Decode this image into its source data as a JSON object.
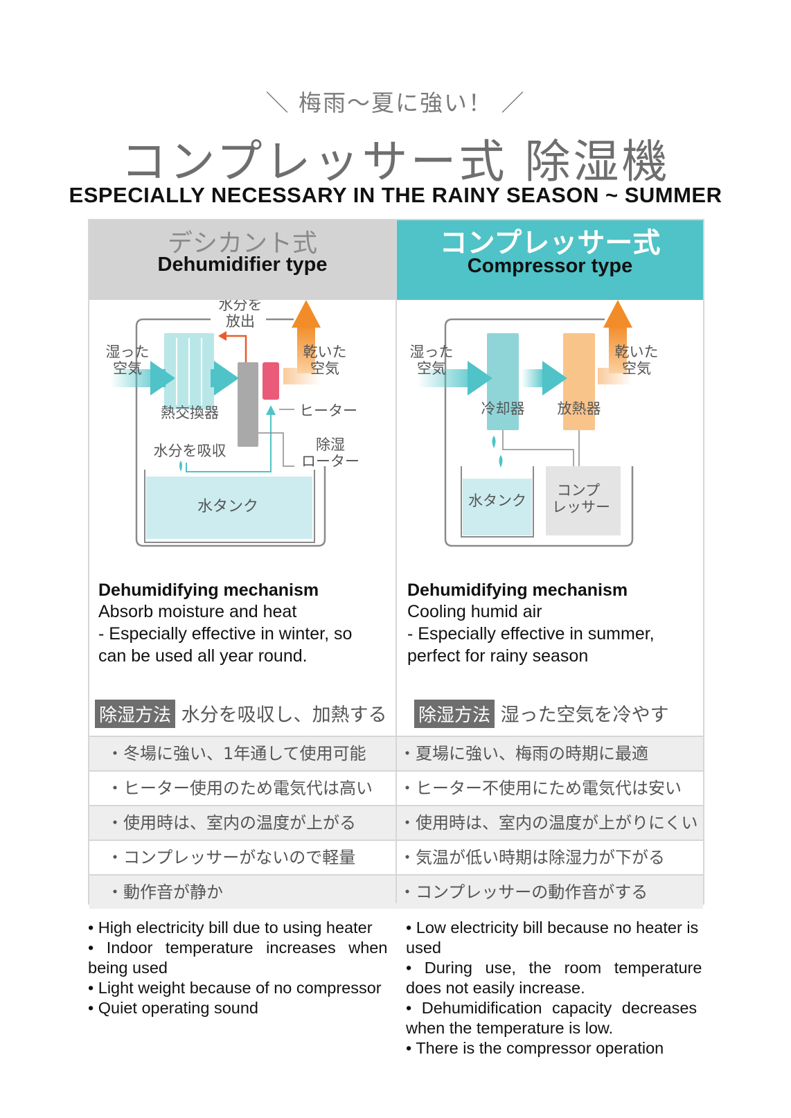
{
  "header": {
    "tagline": "＼ 梅雨〜夏に強い！ ／",
    "title_jp": "コンプレッサー式 除湿機",
    "title_en": "ESPECIALLY NECESSARY IN THE RAINY SEASON ~ SUMMER"
  },
  "colors": {
    "teal": "#4fc3c7",
    "gray_header": "#d3d3d3",
    "orange": "#f5a04a",
    "light_blue": "#cdecef"
  },
  "left": {
    "header_jp": "デシカント式",
    "header_en": "Dehumidifier type",
    "diagram": {
      "moist_air": [
        "湿った",
        "空気"
      ],
      "release_water": [
        "水分を",
        "放出"
      ],
      "dry_air": [
        "乾いた",
        "空気"
      ],
      "heat_exchanger": "熱交換器",
      "heater": "ヒーター",
      "absorb_water": "水分を吸収",
      "rotor": [
        "除湿",
        "ローター"
      ],
      "tank": "水タンク"
    },
    "mech_title": "Dehumidifying mechanism",
    "mech_lines": [
      "Absorb moisture and heat",
      "- Especially effective in winter, so",
      "can be used all year round."
    ],
    "method_tag": "除湿方法",
    "method_text": "水分を吸収し、加熱する",
    "rows": [
      "・冬場に強い、1年通して使用可能",
      "・ヒーター使用のため電気代は高い",
      "・使用時は、室内の温度が上がる",
      "・コンプレッサーがないので軽量",
      "・動作音が静か"
    ],
    "bottom": [
      "• High electricity bill due to using heater",
      "•  Indoor temperature increases when",
      "being used",
      "• Light weight because of no compressor",
      "•  Quiet operating sound"
    ]
  },
  "right": {
    "header_jp": "コンプレッサー式",
    "header_en": "Compressor type",
    "diagram": {
      "moist_air": [
        "湿った",
        "空気"
      ],
      "dry_air": [
        "乾いた",
        "空気"
      ],
      "cooler": "冷却器",
      "radiator": "放熱器",
      "tank": "水タンク",
      "compressor": [
        "コンプ",
        "レッサー"
      ]
    },
    "mech_title": "Dehumidifying mechanism",
    "mech_lines": [
      "Cooling humid air",
      "- Especially effective in summer,",
      "perfect for rainy season"
    ],
    "method_tag": "除湿方法",
    "method_text": "湿った空気を冷やす",
    "rows": [
      "・夏場に強い、梅雨の時期に最適",
      "・ヒーター不使用にため電気代は安い",
      "・使用時は、室内の温度が上がりにくい",
      "・気温が低い時期は除湿力が下がる",
      "・コンプレッサーの動作音がする"
    ],
    "bottom": [
      "• Low electricity bill because no heater is",
      "used",
      "•  During use, the room temperature",
      "does not easily increase.",
      "•  Dehumidification capacity decreases",
      "when the temperature is low.",
      "• There is the compressor operation"
    ]
  }
}
